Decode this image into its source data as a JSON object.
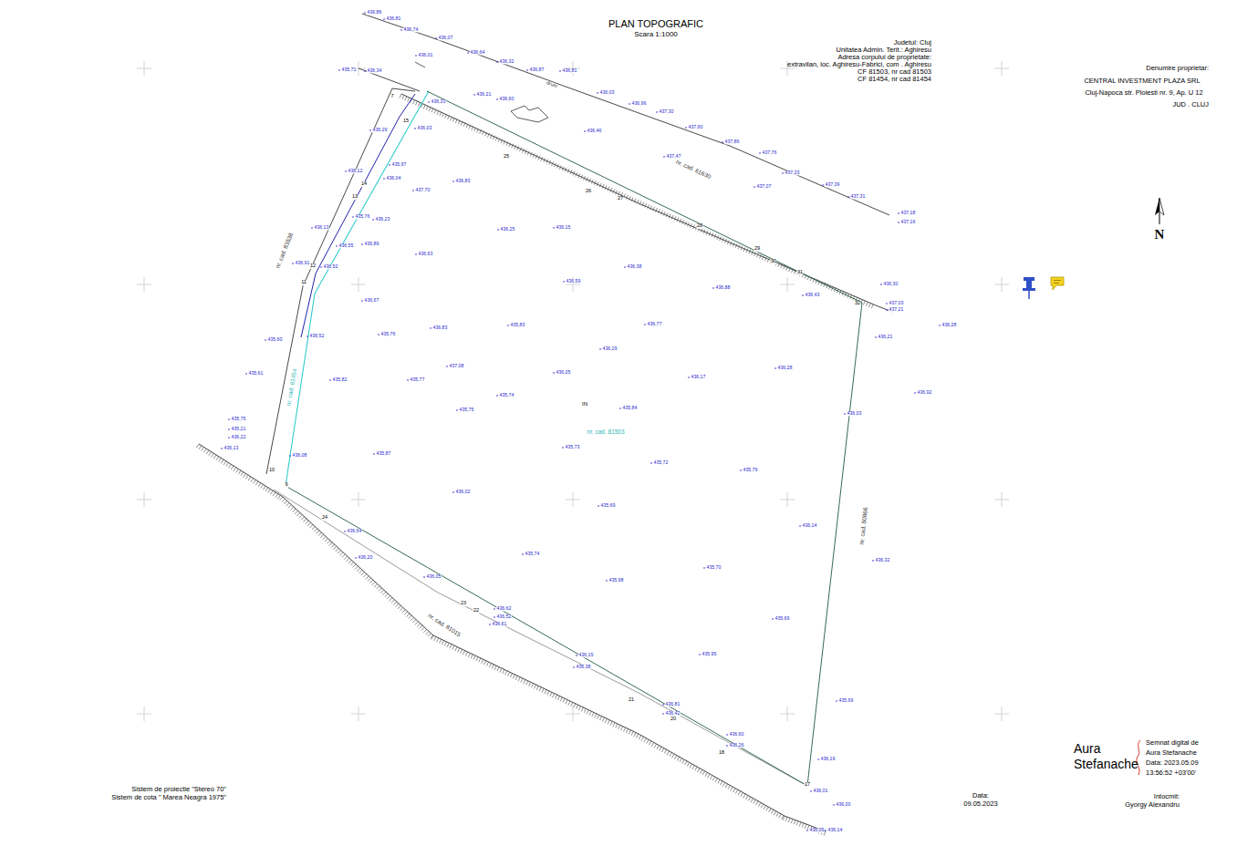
{
  "diagram": {
    "title": "PLAN TOPOGRAFIC",
    "labels": [
      "Scara 1:1000",
      "Judetul: Cluj",
      "Unitatea Admin. Terit.: Aghiresu",
      "Adresa corpului de proprietate:",
      "extravilan, loc. Aghiresu-Fabrici, com . Aghiresu",
      "CF 81503, nr cad 81503",
      "CF 81454, nr cad 81454",
      "Denumire proprietar:",
      "CENTRAL INVESTMENT PLAZA SRL",
      "Cluj-Napoca str. Ploiesti nr. 9, Ap. U 12",
      "JUD . CLUJ",
      "N",
      "Sistem de proiectie \"Stereo 70\"",
      "Sistem de cota \" Marea Neagra 1975\"",
      "Data:",
      "09.05.2023",
      "Aura",
      "Stefanache",
      "Semnat digital de",
      "Aura Stefanache",
      "Data: 2023.05.09",
      "13:56:52 +03'00'",
      "Intocmit:",
      "Gyorgy Alexandru",
      "nr. cad. 61630",
      "nr. cad. 83538",
      "nr. cad. 81015",
      "nr. cad. 80866",
      "nr. cad. 81503",
      "nr. cad. 81454",
      "IN",
      "drum",
      "15",
      "14",
      "13",
      "12",
      "11",
      "10",
      "9",
      "24",
      "25",
      "26",
      "27",
      "28",
      "29",
      "30",
      "31",
      "32",
      "17",
      "18",
      "20",
      "21",
      "22",
      "23",
      "7",
      "436,86",
      "436,81",
      "436,74",
      "436,07",
      "436,64",
      "436,32",
      "436,87",
      "436,81",
      "436,03",
      "436,96",
      "437,30",
      "437,60",
      "437,86",
      "437,76",
      "437,33",
      "437,39",
      "437,31",
      "437,18",
      "437,16",
      "437,47",
      "437,07",
      "436,01",
      "436,34",
      "435,71",
      "436,33",
      "436,21",
      "436,60",
      "436,29",
      "436,03",
      "436,46",
      "436,12",
      "435,97",
      "436,04",
      "437,70",
      "436,83",
      "436,13",
      "435,76",
      "436,23",
      "436,55",
      "436,89",
      "436,91",
      "436,52",
      "436,63",
      "436,25",
      "436,15",
      "436,38",
      "436,59",
      "436,67",
      "435,60",
      "436,52",
      "435,76",
      "436,83",
      "435,83",
      "436,77",
      "436,88",
      "436,43",
      "436,29",
      "437,08",
      "435,61",
      "435,82",
      "435,77",
      "436,05",
      "436,17",
      "436,28",
      "435,74",
      "435,75",
      "435,84",
      "436,03",
      "436,92",
      "436,21",
      "436,28",
      "436,30",
      "435,75",
      "435,21",
      "436,22",
      "436,13",
      "436,08",
      "435,87",
      "435,73",
      "435,72",
      "435,79",
      "436,02",
      "435,69",
      "436,14",
      "436,32",
      "435,74",
      "436,05",
      "435,98",
      "435,70",
      "435,69",
      "435,95",
      "436,15",
      "436,38",
      "435,69",
      "436,19",
      "436,64",
      "436,20",
      "436,01",
      "436,00",
      "436,81",
      "436,42",
      "436,60",
      "436,26",
      "436,62",
      "436,52",
      "436,61",
      "437,03",
      "437,21",
      "436,05",
      "436,14"
    ]
  }
}
